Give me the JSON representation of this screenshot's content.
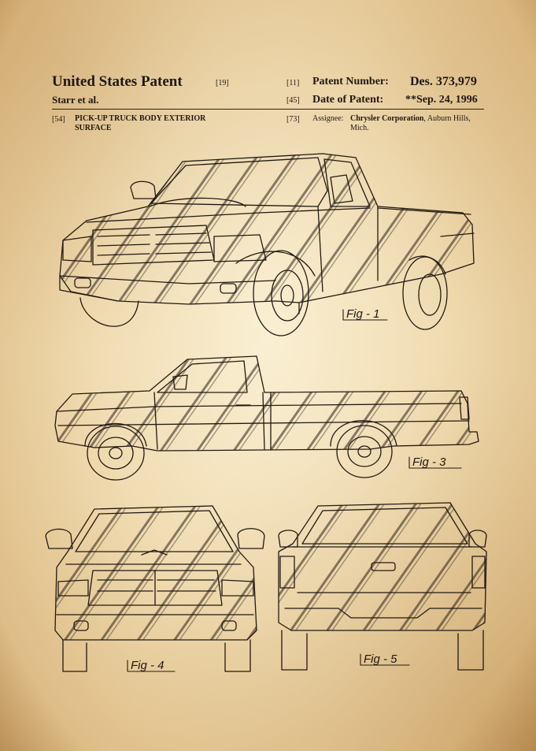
{
  "header": {
    "title": "United States Patent",
    "code19": "[19]",
    "inventor": "Starr et al.",
    "code11": "[11]",
    "patent_number_label": "Patent Number:",
    "patent_number": "Des. 373,979",
    "code45": "[45]",
    "date_label": "Date of Patent:",
    "date_value": "**Sep. 24, 1996",
    "code54": "[54]",
    "invention_title_line1": "PICK-UP TRUCK BODY EXTERIOR",
    "invention_title_line2": "SURFACE",
    "code73": "[73]",
    "assignee_label": "Assignee:",
    "assignee_company": "Chrysler Corporation",
    "assignee_location1": ", Auburn Hills,",
    "assignee_location2": "Mich."
  },
  "figures": {
    "fig1": "Fig - 1",
    "fig3": "Fig - 3",
    "fig4": "Fig - 4",
    "fig5": "Fig - 5"
  }
}
